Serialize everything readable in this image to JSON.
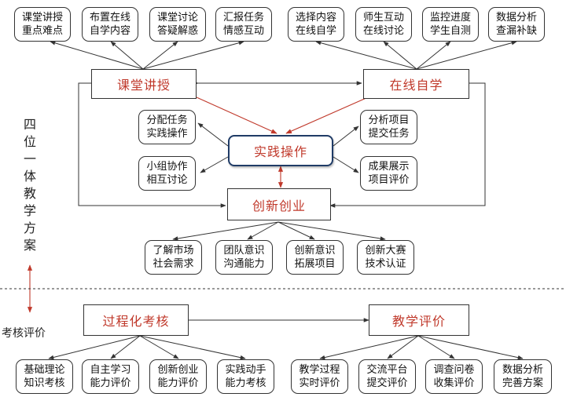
{
  "top_left_items": [
    "课堂讲授\n重点难点",
    "布置在线\n自学内容",
    "课堂讨论\n答疑解惑",
    "汇报任务\n情感互动"
  ],
  "top_right_items": [
    "选择内容\n在线自学",
    "师生互动\n在线讨论",
    "监控进度\n学生自测",
    "数据分析\n查漏补缺"
  ],
  "nodes": {
    "classroom": "课堂讲授",
    "online": "在线自学",
    "practice": "实践操作",
    "innovation": "创新创业",
    "process_eval": "过程化考核",
    "teaching_eval": "教学评价"
  },
  "practice_left": [
    "分配任务\n实践操作",
    "小组协作\n相互讨论"
  ],
  "practice_right": [
    "分析项目\n提交任务",
    "成果展示\n项目评价"
  ],
  "innovation_items": [
    "了解市场\n社会需求",
    "团队意识\n沟通能力",
    "创新意识\n拓展项目",
    "创新大赛\n技术认证"
  ],
  "process_items": [
    "基础理论\n知识考核",
    "自主学习\n能力评价",
    "创新创业\n能力评价",
    "实践动手\n能力考核"
  ],
  "teaching_items": [
    "教学过程\n实时评价",
    "交流平台\n提交评价",
    "调查问卷\n收集评价",
    "数据分析\n完善方案"
  ],
  "side_label": "四位一体教学方案",
  "eval_label": "考核评价",
  "colors": {
    "accent": "#c0392b",
    "core_border": "#1f3b66",
    "line": "#333333"
  }
}
